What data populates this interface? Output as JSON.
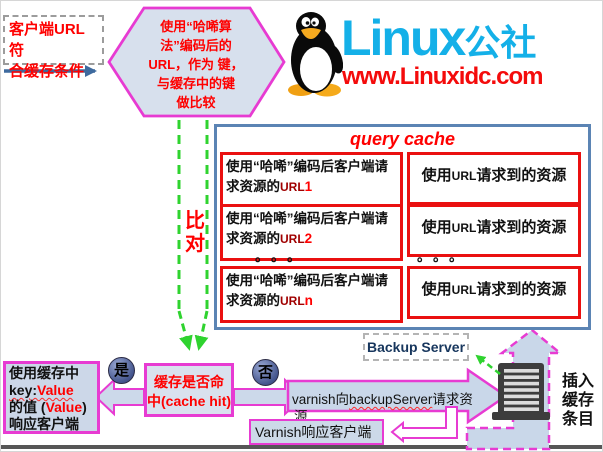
{
  "colors": {
    "magenta": "#e73bd2",
    "light_blue_fill": "#ccd9ea",
    "steel_blue": "#5b84b4",
    "inner_red_border": "#ea1010",
    "green_dash": "#2fd32f",
    "brand_cyan": "#14b0e8",
    "brand_red": "#f40b0b",
    "navy": "#17365d"
  },
  "client_box": {
    "line1": "客户端URL符",
    "line2": "合缓存条件"
  },
  "hash_hexagon": {
    "line1": "使用“哈唏算",
    "line2": "法”编码后的",
    "line3": "URL，作为 键，",
    "line4": "与缓存中的键",
    "line5": "做比较"
  },
  "logo": {
    "brand": "Linux",
    "brand_suffix": "公社",
    "site": "www.Linuxidc.com"
  },
  "compare": {
    "label": "比对"
  },
  "query_cache": {
    "title": "query cache",
    "rows": [
      {
        "key_prefix": "使用“哈唏”编码后客户端请求资源的",
        "key_url": "URL",
        "key_index": "1",
        "value_pre": "使用",
        "value_url": "URL",
        "value_post": "请求到的资源"
      },
      {
        "key_prefix": "使用“哈唏”编码后客户端请求资源的",
        "key_url": "URL",
        "key_index": "2",
        "value_pre": "使用",
        "value_url": "URL",
        "value_post": "请求到的资源"
      },
      {
        "key_prefix": "使用“哈唏”编码后客户端请求资源的",
        "key_url": "URL",
        "key_index": "n",
        "value_pre": "使用",
        "value_url": "URL",
        "value_post": "请求到的资源"
      }
    ],
    "ellipsis_left": "。。。",
    "ellipsis_right": "。。。"
  },
  "decision": {
    "line1": "缓存是否命",
    "line2": "中(cache hit)",
    "yes_label": "是",
    "no_label": "否"
  },
  "cache_hit_result": {
    "line1": "使用缓存中",
    "key_label": "key:",
    "key_value": "Value",
    "line3_pre": "的值 (",
    "line3_red": "Value",
    "line3_post": ")",
    "line4": "响应客户端"
  },
  "cache_miss_flow": {
    "request_pre": "varnish向",
    "request_host": "backupServer",
    "request_post": "请求资",
    "request_wrap": "源",
    "backup_server_label": "Backup Server",
    "response_label": "Varnish响应客户端",
    "insert_line1": "插入",
    "insert_line2": "缓存",
    "insert_line3": "条目"
  }
}
